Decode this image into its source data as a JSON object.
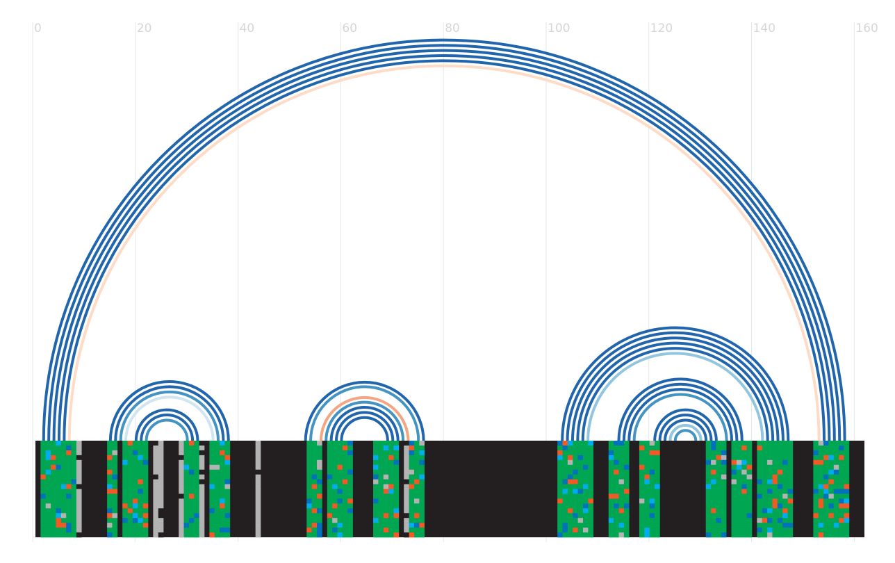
{
  "chart_data": {
    "type": "arc",
    "x_axis": {
      "min": 0,
      "max": 160,
      "ticks": [
        0,
        20,
        40,
        60,
        80,
        100,
        120,
        140,
        160
      ]
    },
    "grid": true,
    "colors": {
      "A": "#00a651",
      "C": "#0072bc",
      "G": "#f15a24",
      "T": "#00aeef",
      "gap": "#231f20",
      "unknown": "#b3b3b3"
    },
    "arcs": [
      {
        "from": 2,
        "to": 158,
        "color": "#2166ac"
      },
      {
        "from": 3,
        "to": 157,
        "color": "#2166ac"
      },
      {
        "from": 4,
        "to": 156,
        "color": "#2166ac"
      },
      {
        "from": 5,
        "to": 155,
        "color": "#2166ac"
      },
      {
        "from": 6,
        "to": 154,
        "color": "#2166ac"
      },
      {
        "from": 7,
        "to": 153,
        "color": "#fddbc7"
      },
      {
        "from": 15,
        "to": 38,
        "color": "#2166ac"
      },
      {
        "from": 16,
        "to": 37,
        "color": "#2166ac"
      },
      {
        "from": 17,
        "to": 36,
        "color": "#4393c3"
      },
      {
        "from": 18,
        "to": 35,
        "color": "#d1e5f0"
      },
      {
        "from": 20,
        "to": 32,
        "color": "#2166ac"
      },
      {
        "from": 21,
        "to": 31,
        "color": "#2166ac"
      },
      {
        "from": 22,
        "to": 30,
        "color": "#4393c3"
      },
      {
        "from": 53,
        "to": 76,
        "color": "#2166ac"
      },
      {
        "from": 54,
        "to": 75,
        "color": "#4393c3"
      },
      {
        "from": 56,
        "to": 73,
        "color": "#f4a582"
      },
      {
        "from": 57,
        "to": 72,
        "color": "#4393c3"
      },
      {
        "from": 58,
        "to": 71,
        "color": "#2166ac"
      },
      {
        "from": 59,
        "to": 70,
        "color": "#2166ac"
      },
      {
        "from": 60,
        "to": 69,
        "color": "#2166ac"
      },
      {
        "from": 103,
        "to": 147,
        "color": "#2166ac"
      },
      {
        "from": 104,
        "to": 146,
        "color": "#2166ac"
      },
      {
        "from": 105,
        "to": 145,
        "color": "#2166ac"
      },
      {
        "from": 106,
        "to": 144,
        "color": "#2166ac"
      },
      {
        "from": 107,
        "to": 143,
        "color": "#2166ac"
      },
      {
        "from": 108,
        "to": 142,
        "color": "#92c5de"
      },
      {
        "from": 114,
        "to": 138,
        "color": "#2166ac"
      },
      {
        "from": 115,
        "to": 137,
        "color": "#2166ac"
      },
      {
        "from": 116,
        "to": 136,
        "color": "#2166ac"
      },
      {
        "from": 117,
        "to": 135,
        "color": "#4393c3"
      },
      {
        "from": 121,
        "to": 133,
        "color": "#2166ac"
      },
      {
        "from": 122,
        "to": 132,
        "color": "#2166ac"
      },
      {
        "from": 123,
        "to": 131,
        "color": "#2166ac"
      },
      {
        "from": 124,
        "to": 130,
        "color": "#92c5de"
      },
      {
        "from": 125,
        "to": 129,
        "color": "#4393c3"
      }
    ],
    "alignment": {
      "rows": 20,
      "columns": 162,
      "base_columns": [
        [
          1,
          8
        ],
        [
          14,
          16
        ],
        [
          17,
          22
        ],
        [
          29,
          32
        ],
        [
          34,
          38
        ],
        [
          53,
          56
        ],
        [
          57,
          62
        ],
        [
          66,
          71
        ],
        [
          73,
          76
        ],
        [
          102,
          109
        ],
        [
          112,
          116
        ],
        [
          118,
          122
        ],
        [
          131,
          135
        ],
        [
          136,
          140
        ],
        [
          141,
          148
        ],
        [
          152,
          159
        ]
      ],
      "unknown_columns": [
        8,
        23,
        24,
        28,
        32,
        43,
        55,
        66,
        72
      ]
    }
  }
}
